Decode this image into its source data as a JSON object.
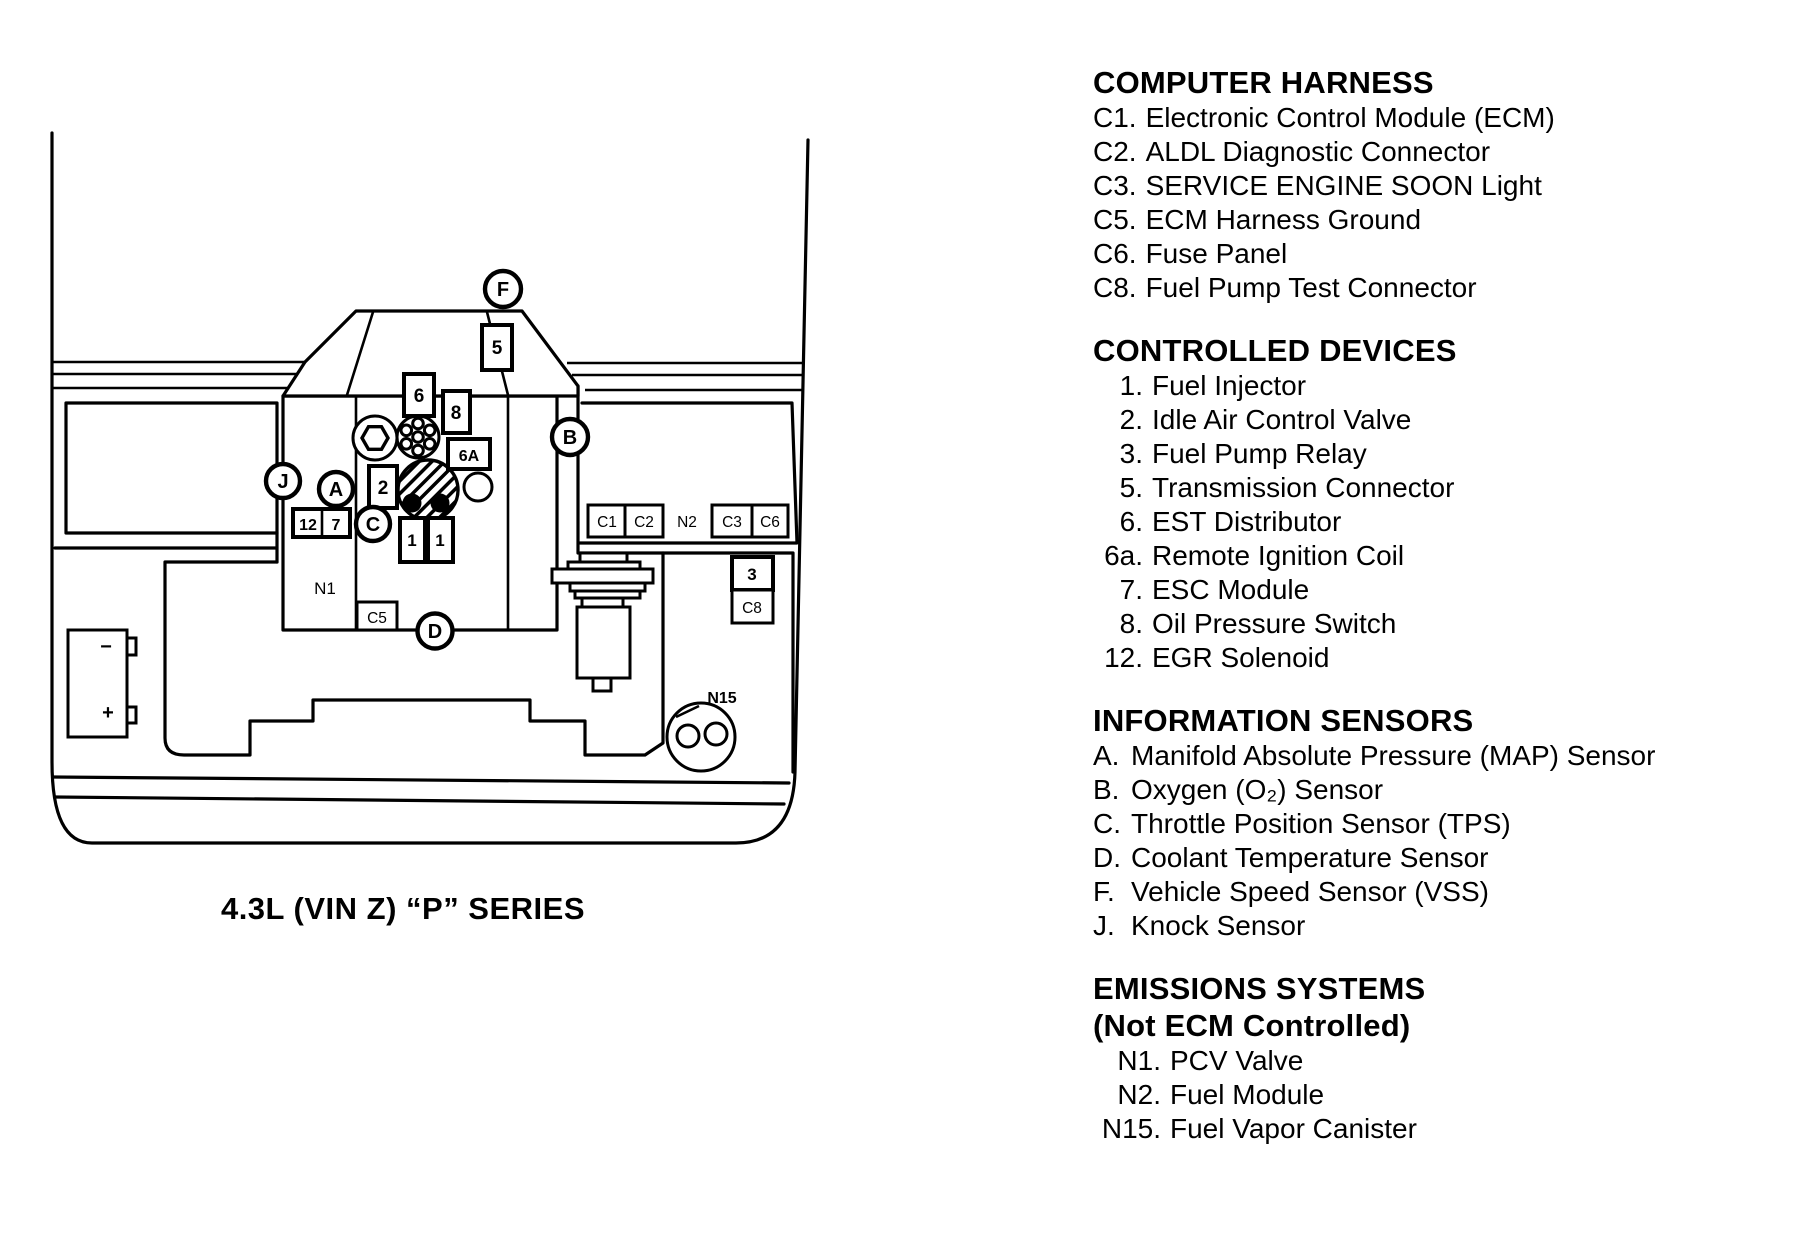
{
  "diagram": {
    "caption": "4.3L (VIN Z) “P” SERIES",
    "markers": {
      "f": "F",
      "m5": "5",
      "m6": "6",
      "m8": "8",
      "m6a": "6A",
      "b": "B",
      "j": "J",
      "a": "A",
      "m2": "2",
      "c": "C",
      "m12": "12",
      "m7": "7",
      "m1l": "1",
      "m1r": "1",
      "n1": "N1",
      "c5": "C5",
      "d": "D",
      "c1": "C1",
      "c2": "C2",
      "n2": "N2",
      "c3": "C3",
      "c6": "C6",
      "m3": "3",
      "c8": "C8",
      "n15": "N15",
      "batt_minus": "−",
      "batt_plus": "+"
    }
  },
  "legend": {
    "sections": [
      {
        "title": "COMPUTER HARNESS",
        "items": [
          {
            "id": "C1.",
            "label": "Electronic Control Module (ECM)"
          },
          {
            "id": "C2.",
            "label": "ALDL Diagnostic Connector"
          },
          {
            "id": "C3.",
            "label": "SERVICE ENGINE SOON Light"
          },
          {
            "id": "C5.",
            "label": "ECM Harness Ground"
          },
          {
            "id": "C6.",
            "label": "Fuse Panel"
          },
          {
            "id": "C8.",
            "label": "Fuel Pump Test Connector"
          }
        ]
      },
      {
        "title": "CONTROLLED DEVICES",
        "items": [
          {
            "id": "1.",
            "label": "Fuel Injector"
          },
          {
            "id": "2.",
            "label": "Idle Air Control Valve"
          },
          {
            "id": "3.",
            "label": "Fuel Pump Relay"
          },
          {
            "id": "5.",
            "label": "Transmission Connector"
          },
          {
            "id": "6.",
            "label": "EST Distributor"
          },
          {
            "id": "6a.",
            "label": "Remote Ignition Coil"
          },
          {
            "id": "7.",
            "label": "ESC Module"
          },
          {
            "id": "8.",
            "label": "Oil Pressure Switch"
          },
          {
            "id": "12.",
            "label": "EGR Solenoid"
          }
        ]
      },
      {
        "title": "INFORMATION SENSORS",
        "items": [
          {
            "id": "A.",
            "label": "Manifold Absolute Pressure (MAP) Sensor"
          },
          {
            "id": "B.",
            "label": "Oxygen (O₂) Sensor"
          },
          {
            "id": "C.",
            "label": "Throttle Position Sensor (TPS)"
          },
          {
            "id": "D.",
            "label": "Coolant Temperature Sensor"
          },
          {
            "id": "F.",
            "label": "Vehicle Speed Sensor (VSS)"
          },
          {
            "id": "J.",
            "label": "Knock Sensor"
          }
        ]
      },
      {
        "title": "EMISSIONS SYSTEMS",
        "subtitle": "(Not ECM Controlled)",
        "items": [
          {
            "id": "N1.",
            "label": "PCV Valve"
          },
          {
            "id": "N2.",
            "label": "Fuel Module"
          },
          {
            "id": "N15.",
            "label": "Fuel Vapor Canister"
          }
        ]
      }
    ]
  }
}
